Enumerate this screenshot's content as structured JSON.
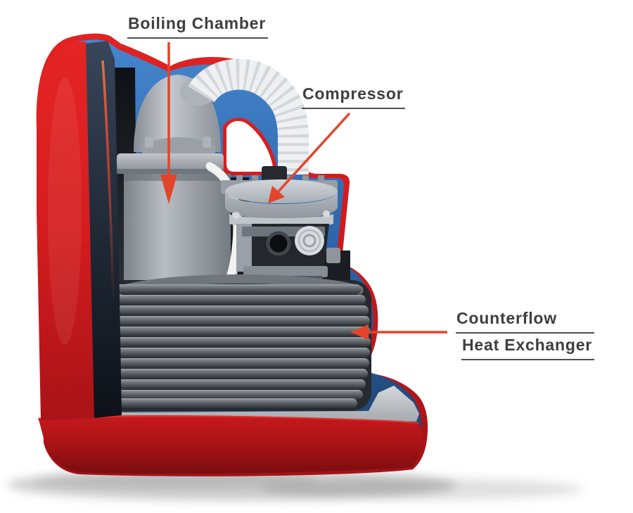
{
  "diagram": {
    "labels": {
      "boiling_chamber": "Boiling Chamber",
      "compressor": "Compressor",
      "counterflow_line1": "Counterflow",
      "counterflow_line2": "Heat Exchanger"
    },
    "colors": {
      "background": "#ffffff",
      "shell_red": "#d41c1e",
      "shell_red_bright": "#e62524",
      "base_red_dark": "#7a0d11",
      "liner_blue": "#2c63a6",
      "liner_blue_light": "#4585cd",
      "liner_navy": "#1d3f69",
      "panel_side_navy": "#222c3a",
      "component_gray": "#9aa0a7",
      "component_gray_light": "#c9cdd1",
      "coil_gray": "#565b61",
      "coil_gray_dark": "#2c3034",
      "hose_white": "#eef0f2",
      "arrow_orange_red": "#e2452a",
      "label_text": "#3e3e3e",
      "label_underline": "#4f4f4f",
      "shadow": "#000000"
    }
  }
}
